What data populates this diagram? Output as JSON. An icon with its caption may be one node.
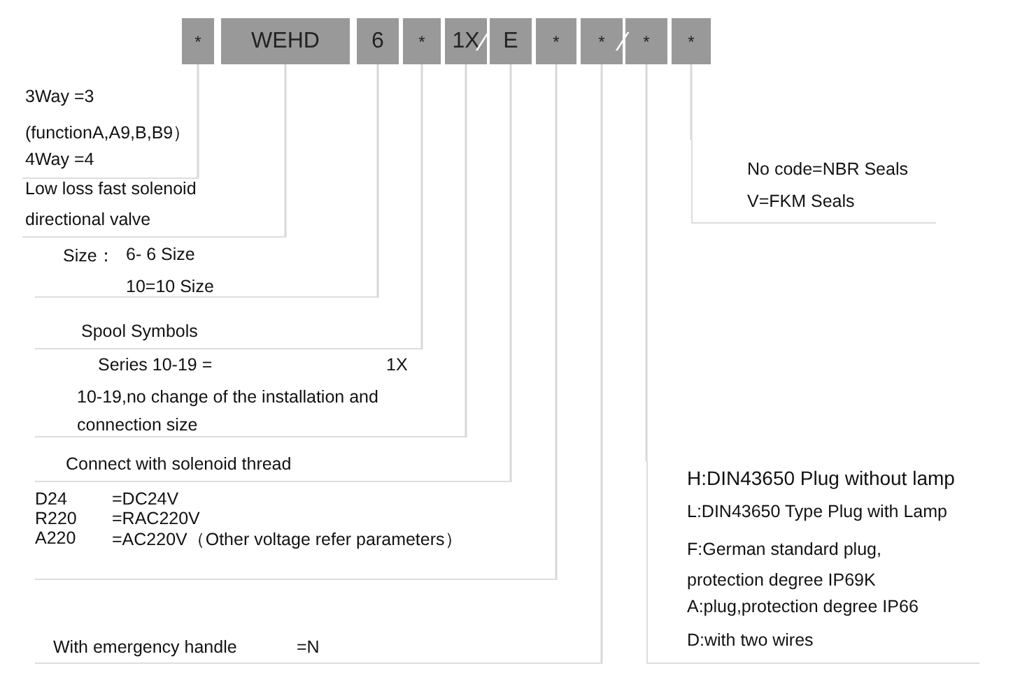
{
  "diagram": {
    "nodes": [
      {
        "text": [
          "*"
        ]
      },
      {
        "text": [
          "WEHD"
        ]
      },
      {
        "text": [
          "6"
        ]
      },
      {
        "text": [
          "*"
        ]
      },
      {
        "text": [
          "1X"
        ]
      },
      {
        "text": [
          "E"
        ]
      },
      {
        "text": [
          "*"
        ]
      },
      {
        "text": [
          "*"
        ]
      },
      {
        "text": [
          "*"
        ]
      },
      {
        "text": [
          "*"
        ]
      },
      {
        "text": [
          "3Way =3",
          "(functionA,A9,B,B9）",
          "4Way =4"
        ]
      },
      {
        "text": [
          "Low loss fast solenoid directional valve"
        ]
      },
      {
        "text": [
          "Size：",
          "6- 6 Size",
          "10=10 Size"
        ]
      },
      {
        "text": [
          "Spool Symbols"
        ]
      },
      {
        "text": [
          "Series 10-19 =",
          "1X",
          "10-19,no change of the installation and connection size"
        ]
      },
      {
        "text": [
          "Connect with solenoid thread"
        ]
      },
      {
        "text": [
          "D24",
          "=DC24V",
          "R220",
          "=RAC220V",
          "A220",
          "=AC220V（Other voltage refer parameters）"
        ]
      },
      {
        "text": [
          "With emergency handle",
          "=N"
        ]
      },
      {
        "text": [
          "H:DIN43650 Plug without lamp",
          "L:DIN43650 Type Plug with Lamp",
          "F:German standard plug, protection degree IP69K",
          "A:plug,protection degree IP66",
          "D:with two wires"
        ]
      },
      {
        "text": [
          "No code=NBR Seals",
          "V=FKM Seals"
        ]
      }
    ],
    "edges": [
      {
        "from": 0,
        "to": 10,
        "arrow": "none"
      },
      {
        "from": 1,
        "to": 11,
        "arrow": "none"
      },
      {
        "from": 2,
        "to": 12,
        "arrow": "none"
      },
      {
        "from": 3,
        "to": 13,
        "arrow": "none"
      },
      {
        "from": 4,
        "to": 14,
        "arrow": "none"
      },
      {
        "from": 5,
        "to": 15,
        "arrow": "none"
      },
      {
        "from": 6,
        "to": 16,
        "arrow": "none"
      },
      {
        "from": 7,
        "to": 17,
        "arrow": "none"
      },
      {
        "from": 8,
        "to": 18,
        "arrow": "none"
      },
      {
        "from": 9,
        "to": 19,
        "arrow": "none"
      }
    ],
    "labels": [
      "/",
      "/"
    ]
  }
}
